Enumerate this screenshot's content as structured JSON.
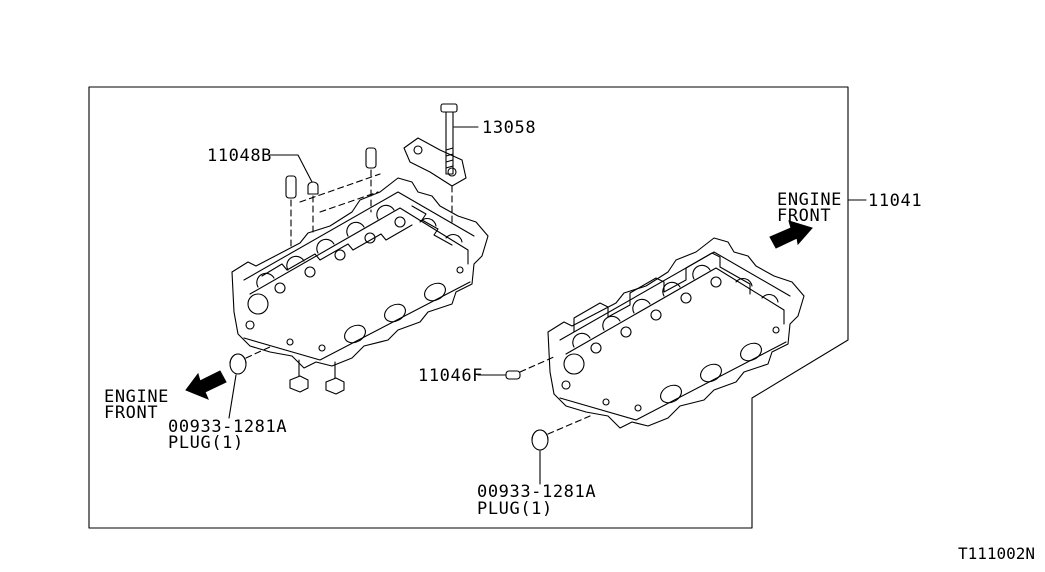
{
  "diagram_code": "T111002N",
  "callouts": {
    "bolt": "13058",
    "dowel": "11048B",
    "head_assembly": "11041",
    "pin": "11046F",
    "plug_left": {
      "part": "00933-1281A",
      "desc": "PLUG(1)"
    },
    "plug_right": {
      "part": "00933-1281A",
      "desc": "PLUG(1)"
    }
  },
  "engine_front_left": {
    "line1": "ENGINE",
    "line2": "FRONT"
  },
  "engine_front_right": {
    "line1": "ENGINE",
    "line2": "FRONT"
  },
  "colors": {
    "line": "#000000",
    "background": "#ffffff"
  }
}
